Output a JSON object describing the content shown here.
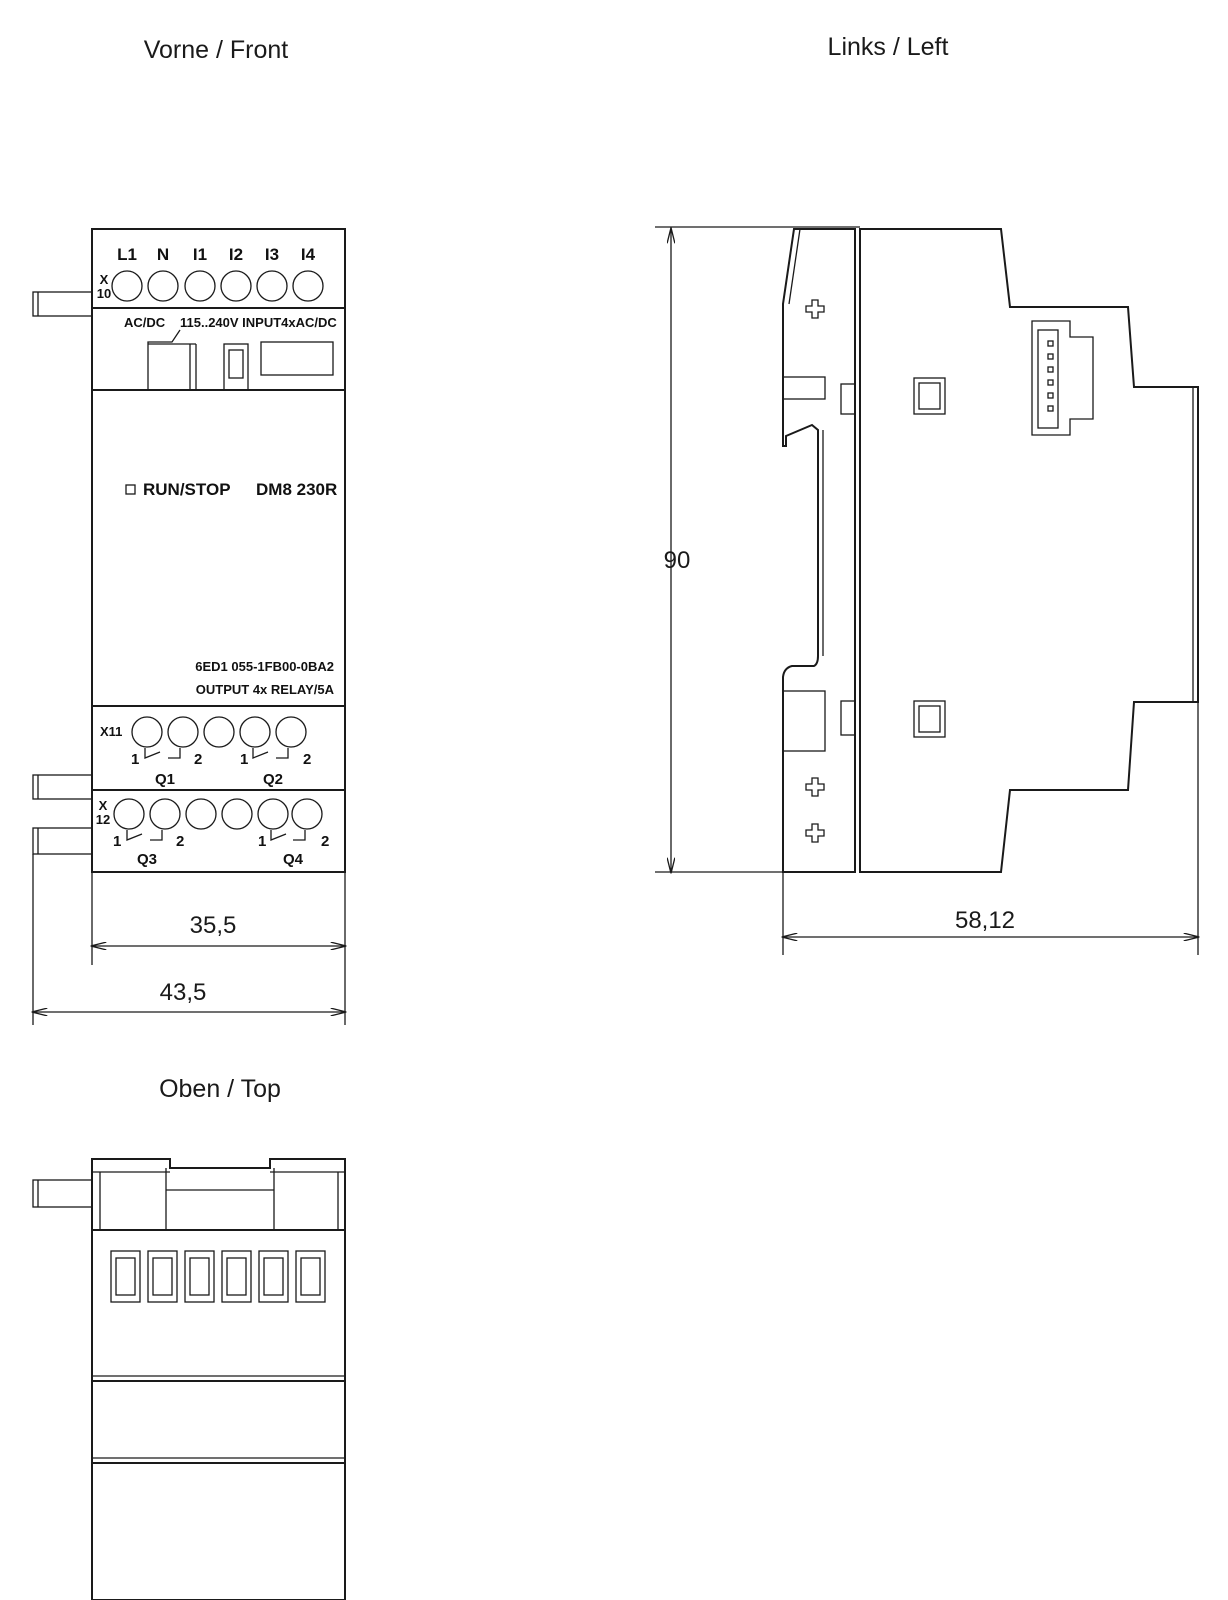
{
  "views": {
    "front_title": "Vorne / Front",
    "left_title": "Links / Left",
    "top_title": "Oben / Top"
  },
  "front": {
    "terminal_labels": [
      "L1",
      "N",
      "I1",
      "I2",
      "I3",
      "I4"
    ],
    "x10_label_top": "X",
    "x10_label_bottom": "10",
    "supply_label": "AC/DC",
    "input_label": "115..240V INPUT4xAC/DC",
    "run_stop": "RUN/STOP",
    "model": "DM8 230R",
    "order_number": "6ED1 055-1FB00-0BA2",
    "output_label": "OUTPUT 4x RELAY/5A",
    "x11_label": "X11",
    "x12_label_top": "X",
    "x12_label_bottom": "12",
    "relay_pin_1": "1",
    "relay_pin_2": "2",
    "outputs": [
      "Q1",
      "Q2",
      "Q3",
      "Q4"
    ]
  },
  "dimensions": {
    "width_body": "35,5",
    "width_total": "43,5",
    "height": "90",
    "depth": "58,12"
  }
}
